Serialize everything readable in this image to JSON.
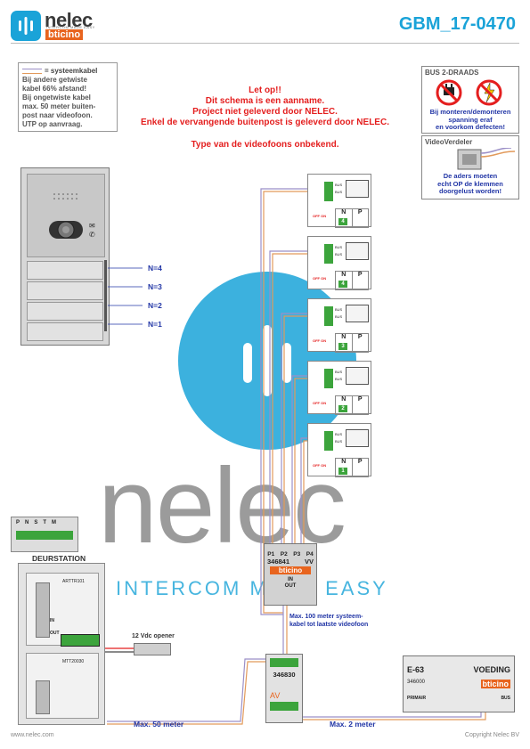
{
  "header": {
    "logo_name": "nelec",
    "logo_tagline": "INTERCOM MADE EASY",
    "logo_brand": "bticino",
    "doc_id": "GBM_17-0470"
  },
  "legend": {
    "title": "= systeemkabel",
    "lines": [
      "Bij andere getwiste",
      "kabel 66% afstand!",
      "Bij ongetwiste kabel",
      "max. 50 meter buiten-",
      "post naar videofoon.",
      "UTP op aanvraag."
    ]
  },
  "warning": {
    "lines": [
      "Let op!!",
      "Dit schema is een aanname.",
      "Project niet geleverd door NELEC.",
      "Enkel de vervangende buitenpost is geleverd door NELEC."
    ],
    "type_note": "Type van de videofoons onbekend."
  },
  "bus_box": {
    "title": "BUS 2-DRAADS",
    "lines": [
      "Bij monteren/demonteren",
      "spanning eraf",
      "en voorkom defecten!"
    ]
  },
  "verdeler_box": {
    "title": "VideoVerdeler",
    "lines": [
      "De aders moeten",
      "echt OP de klemmen",
      "doorgelust worden!"
    ]
  },
  "doorpanel": {
    "buttons": [
      "N=4",
      "N=3",
      "N=2",
      "N=1"
    ]
  },
  "monitors": [
    {
      "n": "4",
      "off_on": "OFF ON",
      "terminals": [
        "BUS",
        "BUS"
      ],
      "n_label": "N",
      "p_label": "P"
    },
    {
      "n": "4",
      "off_on": "OFF ON",
      "terminals": [
        "BUS",
        "BUS"
      ],
      "n_label": "N",
      "p_label": "P"
    },
    {
      "n": "3",
      "off_on": "OFF ON",
      "terminals": [
        "BUS",
        "BUS"
      ],
      "n_label": "N",
      "p_label": "P"
    },
    {
      "n": "2",
      "off_on": "OFF ON",
      "terminals": [
        "BUS",
        "BUS"
      ],
      "n_label": "N",
      "p_label": "P"
    },
    {
      "n": "1",
      "off_on": "OFF ON",
      "terminals": [
        "BUS",
        "BUS"
      ],
      "n_label": "N",
      "p_label": "P"
    }
  ],
  "distributor": {
    "ports": [
      "P1",
      "P2",
      "P3",
      "P4"
    ],
    "model": "346841",
    "vv": "VV",
    "brand": "bticino",
    "in_label": "IN",
    "out_label": "OUT"
  },
  "cable_note": [
    "Max. 100 meter systeem-",
    "kabel tot laatste videofoon"
  ],
  "deurstation": {
    "title": "DEURSTATION",
    "terminal_labels": [
      "P",
      "N",
      "S",
      "T",
      "M"
    ],
    "module1": "ARTTR101",
    "module2": "MTT20030",
    "in_label": "IN",
    "out_label": "OUT"
  },
  "opener_label": "12 Vdc opener",
  "interface": {
    "model": "346830",
    "av": "AV"
  },
  "power": {
    "model": "E-63",
    "title": "VOEDING",
    "code": "346000",
    "brand": "bticino",
    "primaire": "PRIMAIR",
    "bus": "BUS"
  },
  "distances": {
    "max50": "Max. 50 meter",
    "max2": "Max. 2 meter"
  },
  "footer": {
    "url": "www.nelec.com",
    "copyright": "Copyright Nelec BV"
  },
  "watermark": {
    "big": "nelec",
    "sub": "INTERCOM MADE EASY"
  },
  "colors": {
    "brand_blue": "#1aa3d8",
    "warning_red": "#e41e1e",
    "label_blue": "#2236a6",
    "cable_purple": "#9b8fc7",
    "cable_orange": "#e29a5b"
  }
}
